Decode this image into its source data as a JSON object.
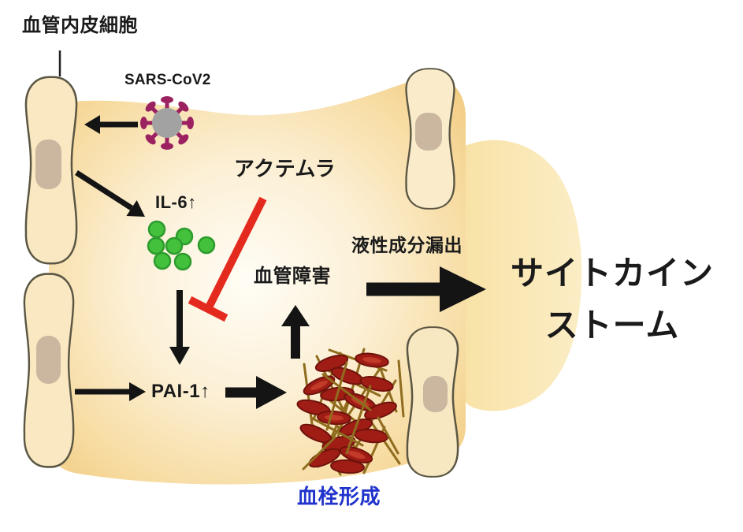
{
  "figure": {
    "title": "SARS-CoV2 endothelial injury and cytokine storm diagram",
    "labels": {
      "endothelial_cell": "血管内皮細胞",
      "virus": "SARS-CoV2",
      "actemra": "アクテムラ",
      "il6": "IL-6↑",
      "vascular_damage": "血管障害",
      "leakage": "液性成分漏出",
      "cytokine_line1": "サイトカイン",
      "cytokine_line2": "ストーム",
      "pai1": "PAI-1↑",
      "thrombus": "血栓形成"
    },
    "colors": {
      "background": "#FFFFFF",
      "vessel_edge": "#F0C678",
      "vessel_center": "#FFFDF6",
      "bulge_fill": "#F8E2A6",
      "cell_fill": "#FAE8C2",
      "cell_outline": "#5A5643",
      "nucleus": "#CBB7A0",
      "virus_body": "#A2A2A2",
      "virus_spike": "#9B2161",
      "il6_dot_green": "#44C13C",
      "inhibitor_red": "#E42A1E",
      "arrow_black": "#141414",
      "thrombus_rbc_red": "#A01D15",
      "thrombus_fibrin_olive": "#8F6C1E",
      "thrombus_label_blue": "#2033CC"
    }
  }
}
